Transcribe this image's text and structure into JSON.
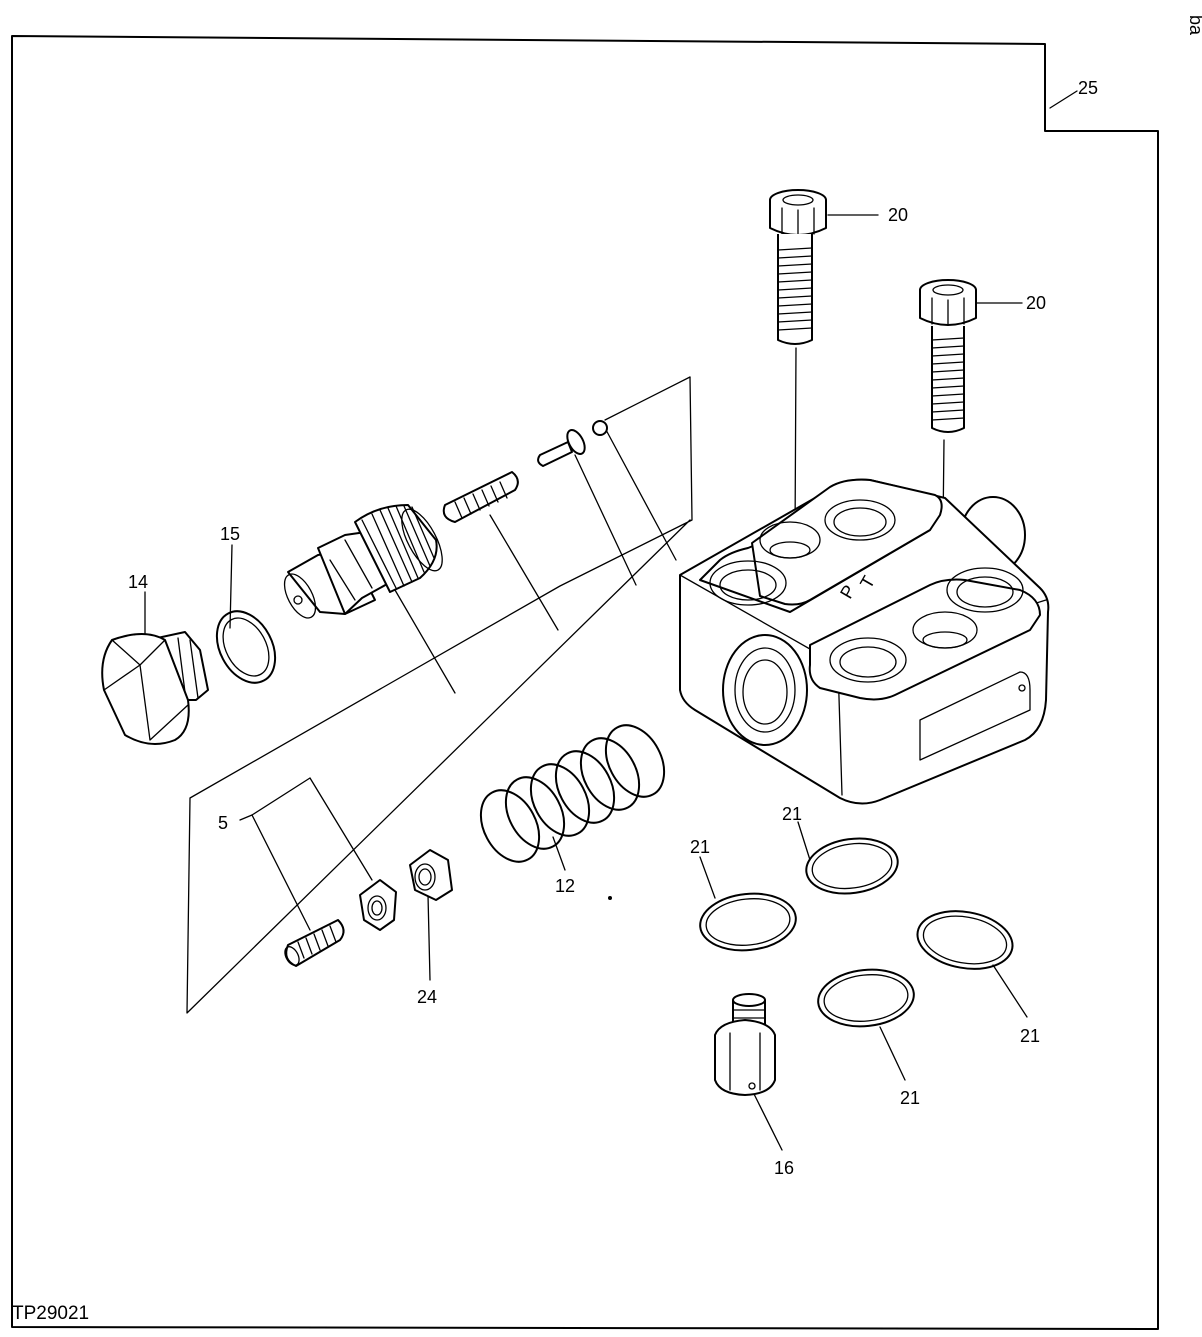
{
  "figure_id": "TP29021",
  "corner_mark": "ba",
  "callouts": {
    "c5": "5",
    "c12": "12",
    "c14": "14",
    "c15": "15",
    "c16": "16",
    "c20a": "20",
    "c20b": "20",
    "c21a": "21",
    "c21b": "21",
    "c21c": "21",
    "c21d": "21",
    "c24": "24",
    "c25": "25"
  },
  "body_markings": {
    "t": "T",
    "p": "P"
  }
}
